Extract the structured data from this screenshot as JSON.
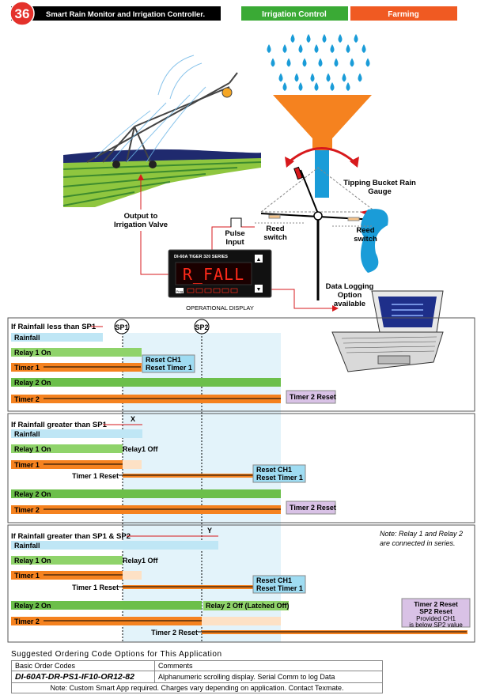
{
  "header": {
    "number": "36",
    "title": "Smart Rain Monitor and Irrigation Controller.",
    "tab_irrigation": "Irrigation Control",
    "tab_farming": "Farming"
  },
  "diagram": {
    "output_label_1": "Output to",
    "output_label_2": "Irrigation Valve",
    "pulse_1": "Pulse",
    "pulse_2": "Input",
    "reed_1a": "Reed",
    "reed_1b": "switch",
    "reed_2a": "Reed",
    "reed_2b": "switch",
    "gauge_1": "Tipping Bucket Rain",
    "gauge_2": "Gauge",
    "meter_model": "DI-60A TIGER 320 SERIES",
    "meter_display": "R_FALL",
    "meter_prog": "Prog",
    "op_display": "OPERATIONAL DISPLAY",
    "logging_1": "Data Logging",
    "logging_2": "Option",
    "logging_3": "available"
  },
  "timing": {
    "sp1": "SP1",
    "sp2": "SP2",
    "x": "X",
    "y": "Y",
    "rainfall": "Rainfall",
    "relay1_on": "Relay 1 On",
    "relay2_on": "Relay 2 On",
    "timer1": "Timer 1",
    "timer2": "Timer 2",
    "relay1_off": "Relay1 Off",
    "timer1_reset": "Timer 1 Reset",
    "timer2_reset_lbl": "Timer 2 Reset",
    "reset_ch1": "Reset CH1",
    "reset_timer1": "Reset Timer 1",
    "timer2_reset": "Timer 2 Reset",
    "relay2_latched": "Relay 2 Off (Latched Off)",
    "p1_title": "If Rainfall less than SP1",
    "p2_title": "If Rainfall greater than SP1",
    "p3_title": "If Rainfall greater than SP1 & SP2",
    "note_1": "Note: Relay 1 and Relay 2",
    "note_2": "are connected in series.",
    "sp2_box_1": "Timer 2 Reset",
    "sp2_box_2": "SP2 Reset",
    "sp2_box_3": "Provided CH1",
    "sp2_box_4": "is below SP2 value"
  },
  "order": {
    "caption": "Suggested Ordering Code Options for This Application",
    "col_code": "Basic Order Codes",
    "col_comments": "Comments",
    "code": "DI-60AT-DR-PS1-IF10-OR12-82",
    "comment": "Alphanumeric scrolling display. Serial Comm to log Data",
    "note": "Note: Custom Smart App required. Charges vary depending on application. Contact Texmate."
  },
  "colors": {
    "orange": "#f5821f",
    "green": "#6cbf4a",
    "light_green": "#8fd36a",
    "water_blue": "#1a9cd8",
    "reset_blue": "#9fdcf2",
    "reset_lilac": "#d9c2e6",
    "shade": "#e3f3fa",
    "red_line": "#d7191c"
  }
}
